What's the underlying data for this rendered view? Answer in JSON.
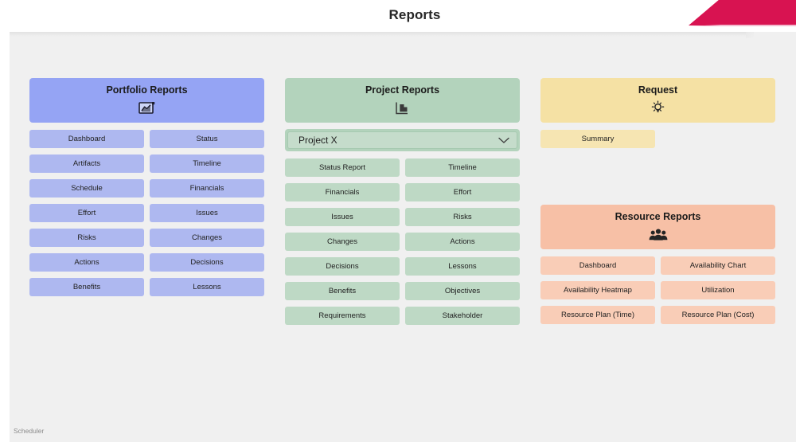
{
  "window": {
    "title": "Reports",
    "accent_color": "#d81351",
    "canvas_bg": "#f0f0f0"
  },
  "footer": {
    "label": "Scheduler"
  },
  "panels": {
    "portfolio": {
      "title": "Portfolio Reports",
      "icon": "chart-image-icon",
      "header_color": "#95a4f4",
      "button_color": "#aeb8f0",
      "buttons": [
        "Dashboard",
        "Status",
        "Artifacts",
        "Timeline",
        "Schedule",
        "Financials",
        "Effort",
        "Issues",
        "Risks",
        "Changes",
        "Actions",
        "Decisions",
        "Benefits",
        "Lessons"
      ]
    },
    "project": {
      "title": "Project Reports",
      "icon": "step-chart-icon",
      "header_color": "#b3d3bc",
      "button_color": "#bed9c5",
      "selector": {
        "value": "Project X",
        "icon": "chevron-down-icon"
      },
      "buttons": [
        "Status Report",
        "Timeline",
        "Financials",
        "Effort",
        "Issues",
        "Risks",
        "Changes",
        "Actions",
        "Decisions",
        "Lessons",
        "Benefits",
        "Objectives",
        "Requirements",
        "Stakeholder"
      ]
    },
    "request": {
      "title": "Request",
      "icon": "lightbulb-icon",
      "header_color": "#f5e1a4",
      "button_color": "#f6e5b2",
      "buttons": [
        "Summary"
      ]
    },
    "resource": {
      "title": "Resource Reports",
      "icon": "people-group-icon",
      "header_color": "#f7c0a6",
      "button_color": "#f9cdb7",
      "buttons": [
        "Dashboard",
        "Availability Chart",
        "Availability Heatmap",
        "Utilization",
        "Resource Plan (Time)",
        "Resource Plan (Cost)"
      ]
    }
  }
}
